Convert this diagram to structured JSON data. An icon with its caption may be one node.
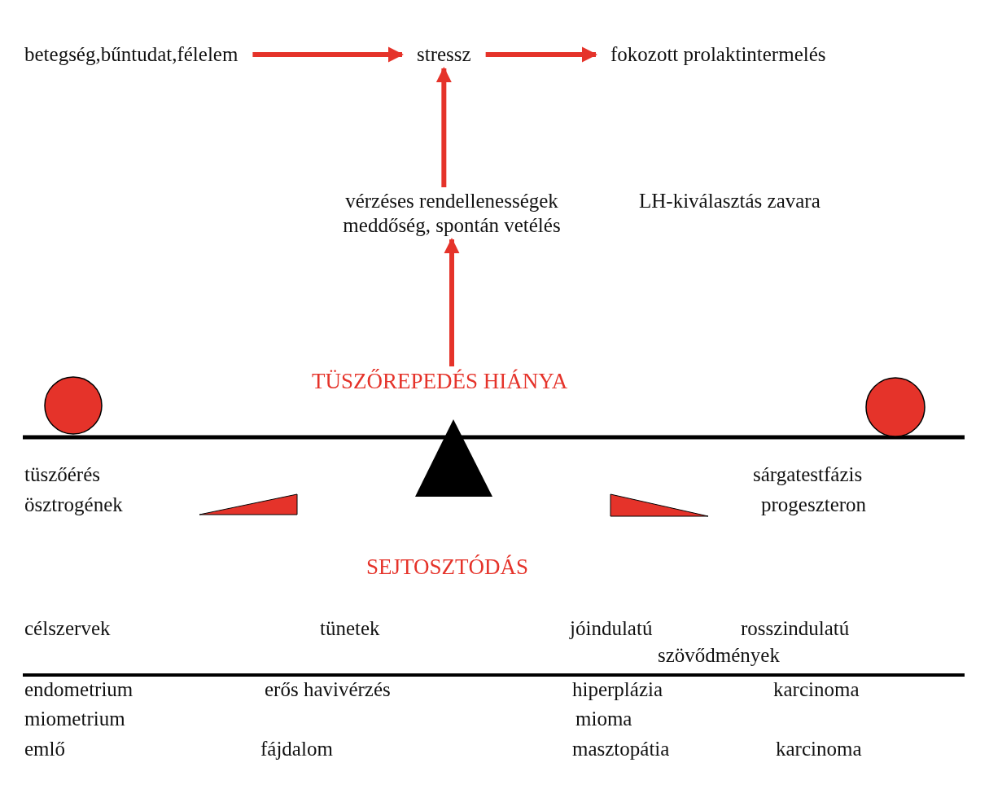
{
  "diagram": {
    "nodes": [
      {
        "text": [
          "betegség,bűntudat,félelem"
        ]
      },
      {
        "text": [
          "stressz"
        ]
      },
      {
        "text": [
          "fokozott prolaktintermelés"
        ]
      },
      {
        "text": [
          "vérzéses rendellenességek meddőség, spontán vetélés"
        ]
      },
      {
        "text": [
          "TÜSZŐREPEDÉS HIÁNYA"
        ]
      }
    ],
    "edges": [
      {
        "from": 0,
        "to": 1,
        "arrow": "to"
      },
      {
        "from": 1,
        "to": 2,
        "arrow": "to"
      },
      {
        "from": 3,
        "to": 1,
        "arrow": "to"
      },
      {
        "from": 4,
        "to": 3,
        "arrow": "to"
      }
    ],
    "labels": [
      "LH-kiválasztás zavara",
      "tüszőérés",
      "ösztrogének",
      "sárgatestfázis",
      "progeszteron",
      "SEJTOSZTÓDÁS",
      "célszervek",
      "tünetek",
      "jóindulatú",
      "rosszindulatú",
      "szövődmények",
      "endometrium",
      "erős havivérzés",
      "hiperplázia",
      "karcinoma",
      "miometrium",
      "mioma",
      "emlő",
      "fájdalom",
      "masztopátia",
      "karcinoma"
    ]
  }
}
